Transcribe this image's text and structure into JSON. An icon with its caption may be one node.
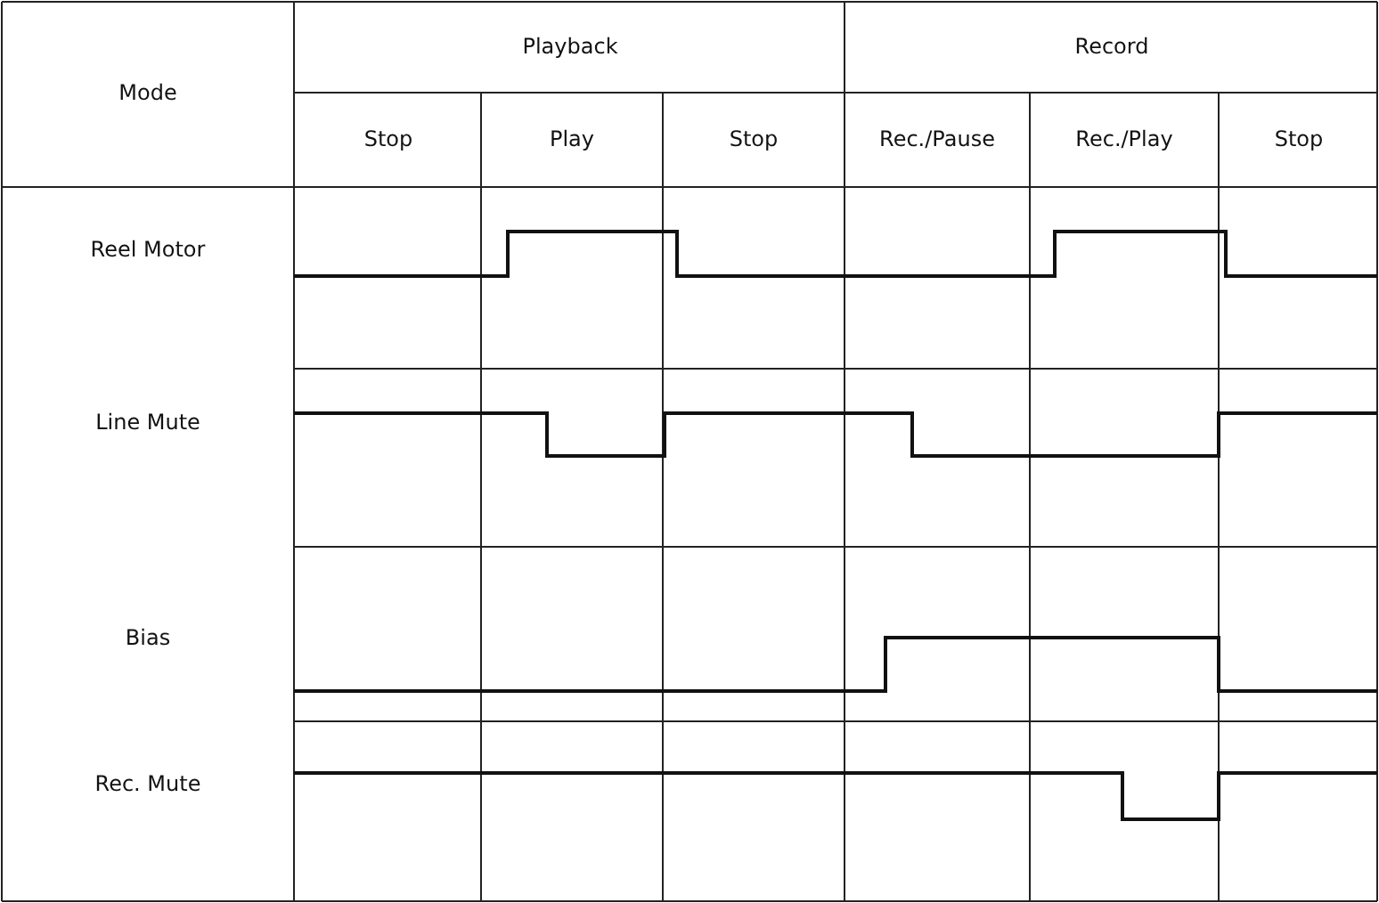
{
  "diagram": {
    "labels": [
      "Mode",
      "Playback",
      "Record",
      "Stop",
      "Play",
      "Stop",
      "Rec./Pause",
      "Rec./Play",
      "Stop",
      "Reel Motor",
      "Line Mute",
      "Bias",
      "Rec. Mute"
    ]
  }
}
